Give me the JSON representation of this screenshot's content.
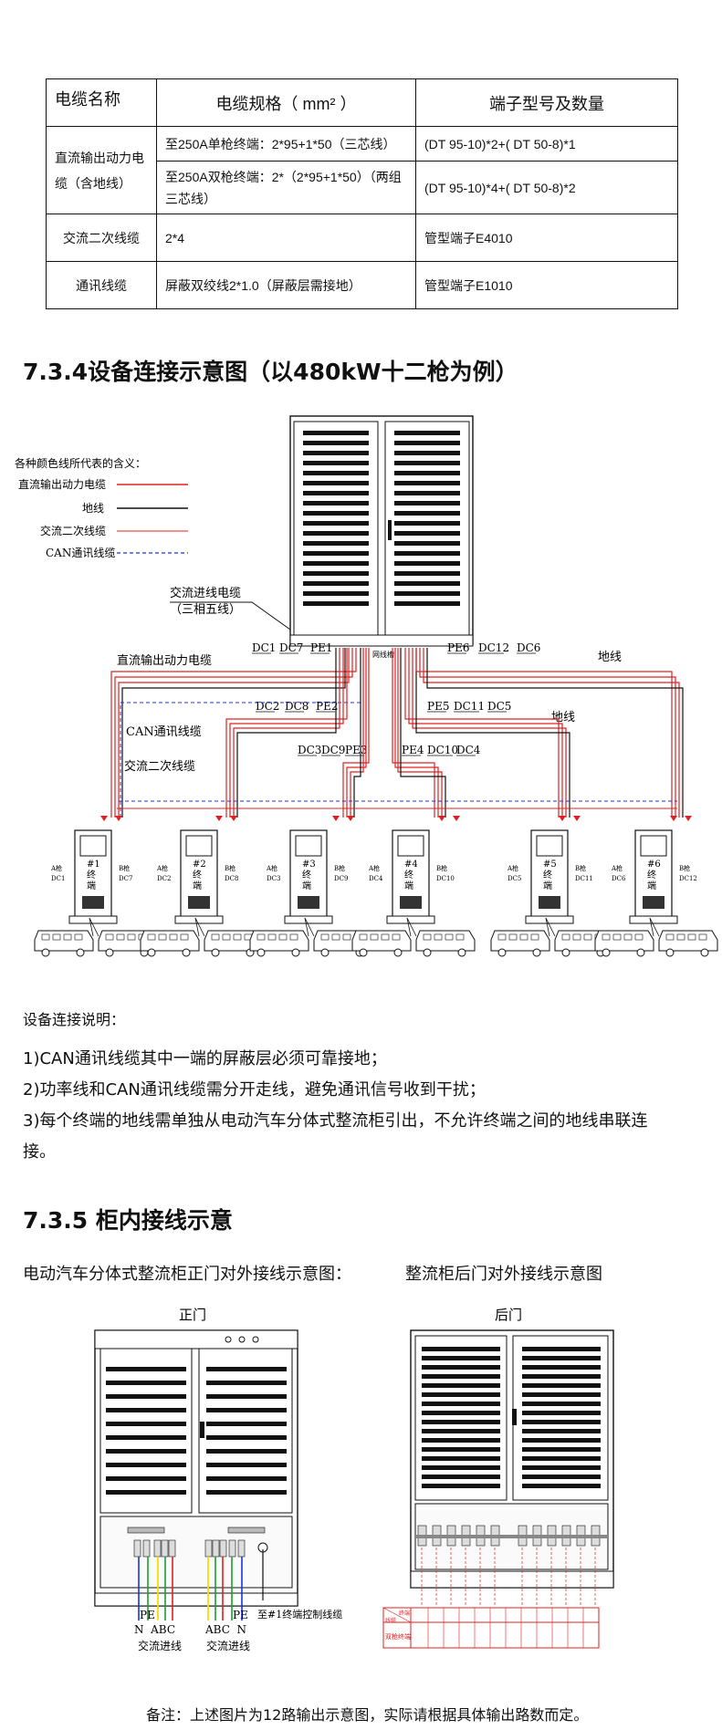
{
  "cable_table": {
    "headers": [
      "电缆名称",
      "电缆规格（ mm² ）",
      "端子型号及数量"
    ],
    "rows": [
      {
        "name": "直流输出动力电缆（含地线）",
        "spec": "至250A单枪终端：2*95+1*50（三芯线）",
        "terminal": "(DT 95-10)*2+( DT 50-8)*1"
      },
      {
        "spec": "至250A双枪终端：2*（2*95+1*50）（两组三芯线）",
        "terminal": "(DT 95-10)*4+( DT 50-8)*2"
      },
      {
        "name": "交流二次线缆",
        "spec": "2*4",
        "terminal": "管型端子E4010"
      },
      {
        "name": "通讯线缆",
        "spec": "屏蔽双绞线2*1.0（屏蔽层需接地）",
        "terminal": "管型端子E1010"
      }
    ]
  },
  "section_734": {
    "title": "7.3.4设备连接示意图（以480kW十二枪为例）",
    "legend_title": "各种颜色线所代表的含义：",
    "legend": [
      {
        "label": "直流输出动力电缆",
        "color": "#e02020",
        "style": "solid"
      },
      {
        "label": "地线",
        "color": "#111111",
        "style": "solid"
      },
      {
        "label": "交流二次线缆",
        "color": "#e02020",
        "style": "solid"
      },
      {
        "label": "CAN通讯线缆",
        "color": "#2030d0",
        "style": "dashed"
      }
    ],
    "labels": {
      "ac_in": "交流进线电缆",
      "ac_in_sub": "（三相五线）",
      "dc_power": "直流输出动力电缆",
      "can_line": "CAN通讯线缆",
      "ac_second": "交流二次线缆",
      "ground_right_top": "地线",
      "ground_right_mid": "地线",
      "cabinet_text": "网线槽"
    },
    "cable_tags": {
      "t1": [
        "DC1",
        "DC7",
        "PE1"
      ],
      "t2": [
        "DC2",
        "DC8",
        "PE2"
      ],
      "t3": [
        "DC3",
        "DC9",
        "PE3"
      ],
      "t4": [
        "PE4",
        "DC10",
        "DC4"
      ],
      "t5": [
        "PE5",
        "DC11",
        "DC5"
      ],
      "t6": [
        "PE6",
        "DC12",
        "DC6"
      ]
    },
    "terminals": [
      {
        "name": "#1 终 端",
        "left": "A枪 DC1",
        "right": "B枪 DC7"
      },
      {
        "name": "#2 终 端",
        "left": "A枪 DC2",
        "right": "B枪 DC8"
      },
      {
        "name": "#3 终 端",
        "left": "A枪 DC3",
        "right": "B枪 DC9"
      },
      {
        "name": "#4 终 端",
        "left": "A枪 DC4",
        "right": "B枪 DC10"
      },
      {
        "name": "#5 终 端",
        "left": "A枪 DC5",
        "right": "B枪 DC11"
      },
      {
        "name": "#6 终 端",
        "left": "A枪 DC6",
        "right": "B枪 DC12"
      }
    ],
    "connection_title": "设备连接说明：",
    "connection_notes": [
      "1)CAN通讯线缆其中一端的屏蔽层必须可靠接地；",
      "2)功率线和CAN通讯线缆需分开走线，避免通讯信号收到干扰；",
      "3)每个终端的地线需单独从电动汽车分体式整流柜引出，不允许终端之间的地线串联连",
      "接。"
    ]
  },
  "section_735": {
    "title": "7.3.5 柜内接线示意",
    "caption_front": "电动汽车分体式整流柜正门对外接线示意图：",
    "caption_back": "整流柜后门对外接线示意图",
    "front_label": "正门",
    "back_label": "后门",
    "front_wires_left": "PE",
    "front_wires_left_letters": "N  ABC",
    "front_wires_right": "PE",
    "front_wires_right_letters": "ABC  N",
    "ac_in_label_1": "交流进线",
    "ac_in_label_2": "交流进线",
    "control_label": "至#1终端控制线缆",
    "back_table_header_1": "终端",
    "back_table_header_2": "线缆",
    "back_table_row_label": "双枪终端",
    "footer": "备注：上述图片为12路输出示意图，实际请根据具体输出路数而定。"
  }
}
